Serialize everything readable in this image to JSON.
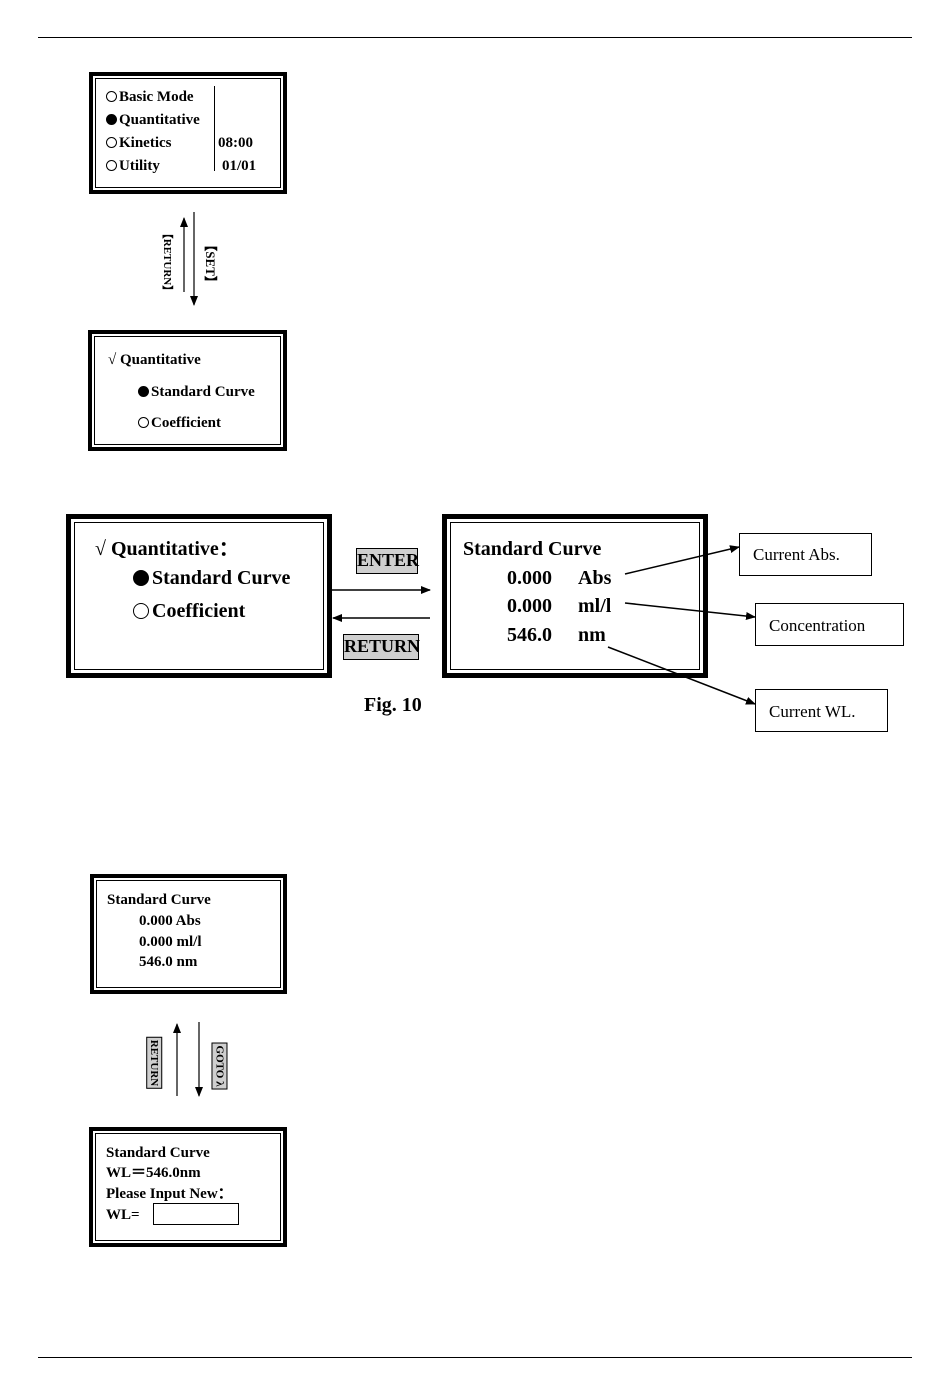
{
  "menu_screen": {
    "items": [
      {
        "label": "Basic Mode",
        "selected": false
      },
      {
        "label": "Quantitative",
        "selected": true
      },
      {
        "label": "Kinetics",
        "selected": false
      },
      {
        "label": "Utility",
        "selected": false
      }
    ],
    "time": "08:00",
    "date": "01/01"
  },
  "nav1": {
    "forward": "【SET】",
    "back": "【RETURN】"
  },
  "quant_screen": {
    "title": "√ Quantitative",
    "options": [
      {
        "label": "Standard Curve",
        "selected": true
      },
      {
        "label": "Coefficient",
        "selected": false
      }
    ]
  },
  "fig10": {
    "left_screen": {
      "title": "√ Quantitative：",
      "options": [
        {
          "label": "Standard Curve",
          "selected": true
        },
        {
          "label": "Coefficient",
          "selected": false
        }
      ]
    },
    "enter_label": "ENTER",
    "return_label": "RETURN",
    "right_screen": {
      "title": "Standard Curve",
      "rows": [
        {
          "value": "0.000",
          "unit": "Abs"
        },
        {
          "value": "0.000",
          "unit": "ml/l"
        },
        {
          "value": "546.0",
          "unit": "nm"
        }
      ]
    },
    "callouts": [
      "Current Abs.",
      "Concentration",
      "Current WL."
    ],
    "caption": "Fig. 10"
  },
  "std_screen": {
    "title": "Standard Curve",
    "lines": [
      "0.000 Abs",
      "0.000 ml/l",
      "546.0 nm"
    ]
  },
  "nav2": {
    "back": "RETURN",
    "forward": "GOTO λ"
  },
  "wl_screen": {
    "title": "Standard Curve",
    "line1": "WL＝546.0nm",
    "line2": "Please Input New：",
    "prompt": "WL="
  }
}
